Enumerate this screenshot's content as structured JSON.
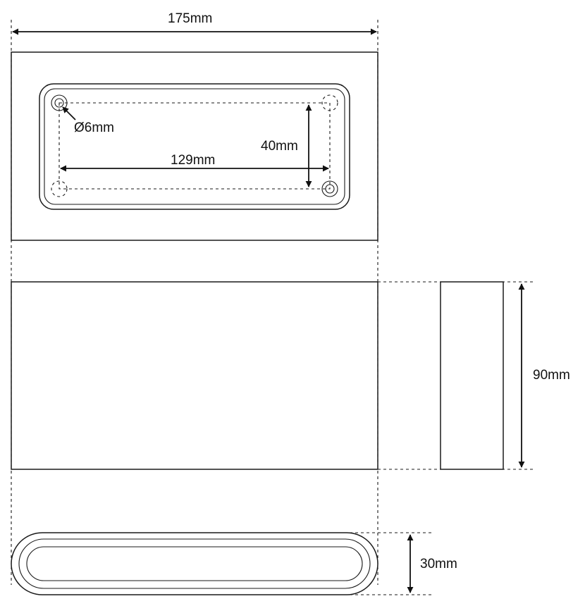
{
  "dimensions": {
    "overall_width": "175mm",
    "hole_diameter": "Ø6mm",
    "hole_vertical_spacing": "40mm",
    "hole_horizontal_spacing": "129mm",
    "height": "90mm",
    "depth": "30mm"
  },
  "colors": {
    "line": "#1a1a1a",
    "background": "#ffffff"
  }
}
